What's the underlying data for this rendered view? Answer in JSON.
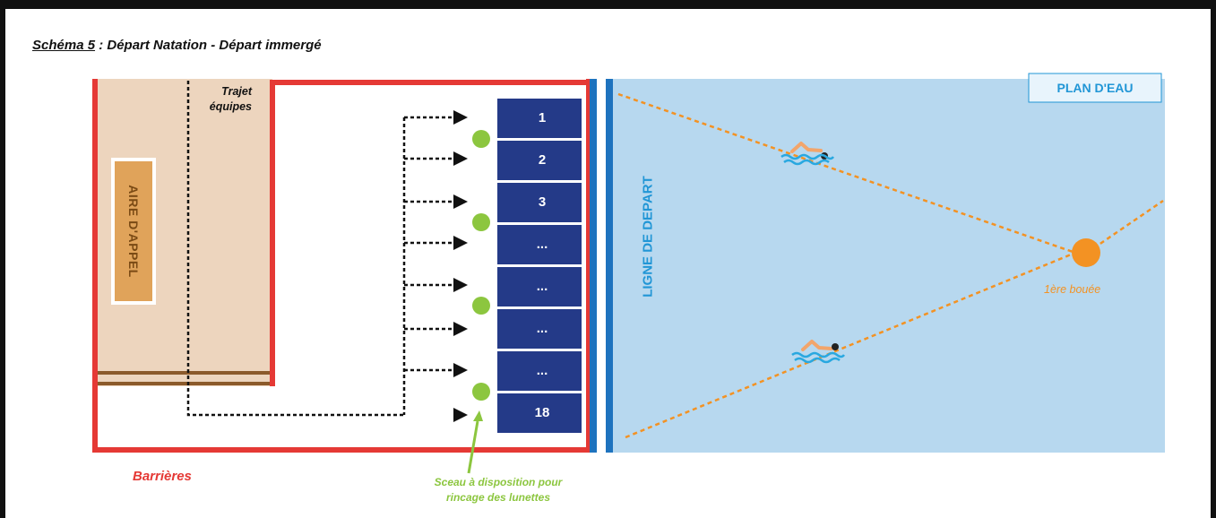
{
  "title": {
    "prefix": "Schéma 5",
    "text": " : Départ Natation - Départ immergé"
  },
  "labels": {
    "team_path": "Trajet\néquipes",
    "call_area": "AIRE D'APPEL",
    "start_line": "LIGNE DE DEPART",
    "water": "PLAN D'EAU",
    "buoy": "1ère bouée",
    "barriers": "Barrières",
    "bucket_note": "Sceau à disposition pour\nrincage des lunettes"
  },
  "lanes": [
    "1",
    "2",
    "3",
    "...",
    "...",
    "...",
    "...",
    "18"
  ],
  "colors": {
    "barrier": "#e53935",
    "call_zone": "#edd5be",
    "call_area_box": "#e0a35a",
    "lane_box": "#243a88",
    "start_line": "#1e73be",
    "water": "#b7d8ef",
    "water_label": "#2196d6",
    "buoy": "#f39223",
    "bucket": "#8cc63f",
    "path": "#111111",
    "plank": "#8b5a2b"
  }
}
